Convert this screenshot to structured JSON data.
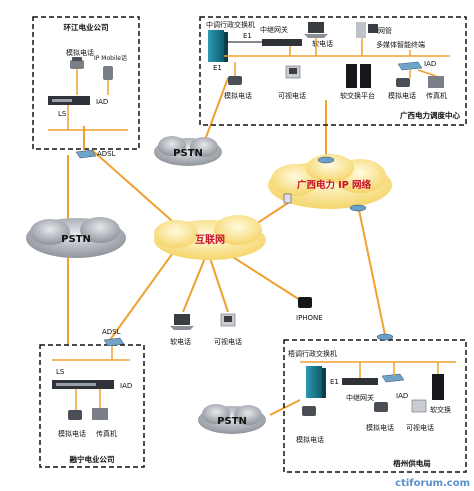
{
  "regions": {
    "huanjiang": "环江电业公司",
    "guangxi_center": "广西电力调度中心",
    "rongning": "融宁电业公司",
    "branch_bottom_right": "梧州供电局"
  },
  "clouds": {
    "pstn_top": "PSTN",
    "pstn_left": "PSTN",
    "pstn_bottom": "PSTN",
    "internet": "互联网",
    "ip_network": "广西电力 IP 网络"
  },
  "labels": {
    "dispatch_switch_top": "中调行政交换机",
    "dispatch_switch_bottom": "梧调行政交换机",
    "e1_top_left": "E1",
    "e1_top_mid": "E1",
    "e1_bottom": "E1",
    "relay_gw_top": "中继网关",
    "relay_gw_bottom": "中继网关",
    "soft_phone_top": "软电话",
    "net_mgmt": "网管",
    "multimedia_terminal": "多媒体智能终端",
    "iad_top_right": "IAD",
    "analog_phone_top": "模拟电话",
    "video_phone_top": "可视电话",
    "soft_switch_platform": "软交换平台",
    "analog_phone_top_right": "模拟电话",
    "fax_top_right": "传真机",
    "huanjiang_analog": "模拟电话",
    "huanjiang_ipphone": "IP Mobile话",
    "iad_huanjiang": "IAD",
    "ls_huanjiang": "LS",
    "adsl_top": "ADSL",
    "adsl_bottom": "ADSL",
    "soft_phone_mid": "软电话",
    "video_phone_mid": "可视电话",
    "iphone_mid": "IPHONE",
    "ls_rongning": "LS",
    "iad_rongning": "IAD",
    "analog_phone_rongning": "模拟电话",
    "fax_rongning": "传真机",
    "iad_bottom_right": "IAD",
    "soft_switch_bottom": "软交换",
    "analog_phone_bottom": "模拟电话",
    "video_phone_bottom": "可视电话",
    "analog_phone_bottom2": "模拟电话"
  },
  "watermark": "ctiforum.com",
  "colors": {
    "link_line": "#f0a030",
    "cloud_fill": "#fff2a8",
    "pstn_fill": "#b8bcc4",
    "border": "#111111"
  }
}
